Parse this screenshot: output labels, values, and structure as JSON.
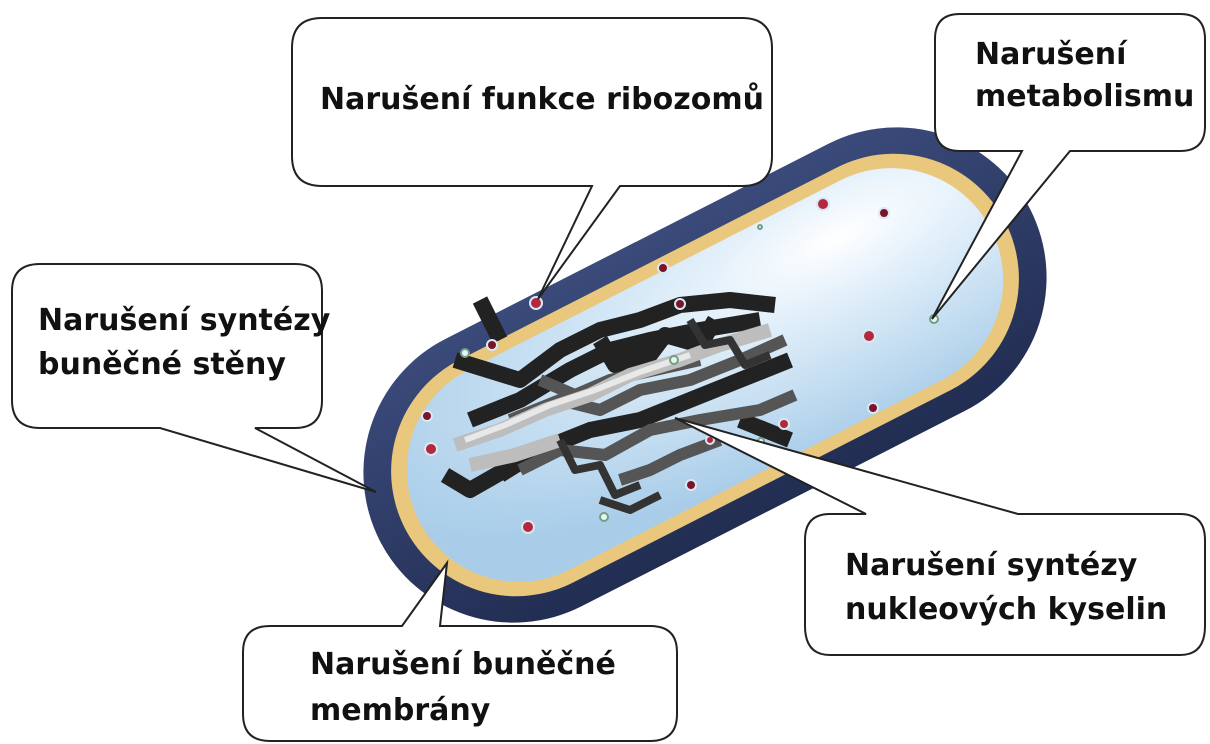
{
  "callouts": {
    "ribosomes": {
      "lines": [
        "Narušení funkce ribozomů"
      ]
    },
    "metabolism": {
      "lines": [
        "Narušení",
        "metabolismu"
      ]
    },
    "cell_wall": {
      "lines": [
        "Narušení syntézy",
        "buněčné stěny"
      ]
    },
    "nucleic_acids": {
      "lines": [
        "Narušení syntézy",
        "nukleových kyselin"
      ]
    },
    "membrane": {
      "lines": [
        "Narušení buněčné",
        "membrány"
      ]
    }
  },
  "colors": {
    "outer_wall": "#2f3d66",
    "membrane": "#e9c77c",
    "cytoplasm": "#c9e1f3",
    "ribosome": "#b3283c",
    "dna_dark": "#2a2a2a",
    "dna_light": "#d8d8d8",
    "callout_border": "#222222"
  }
}
